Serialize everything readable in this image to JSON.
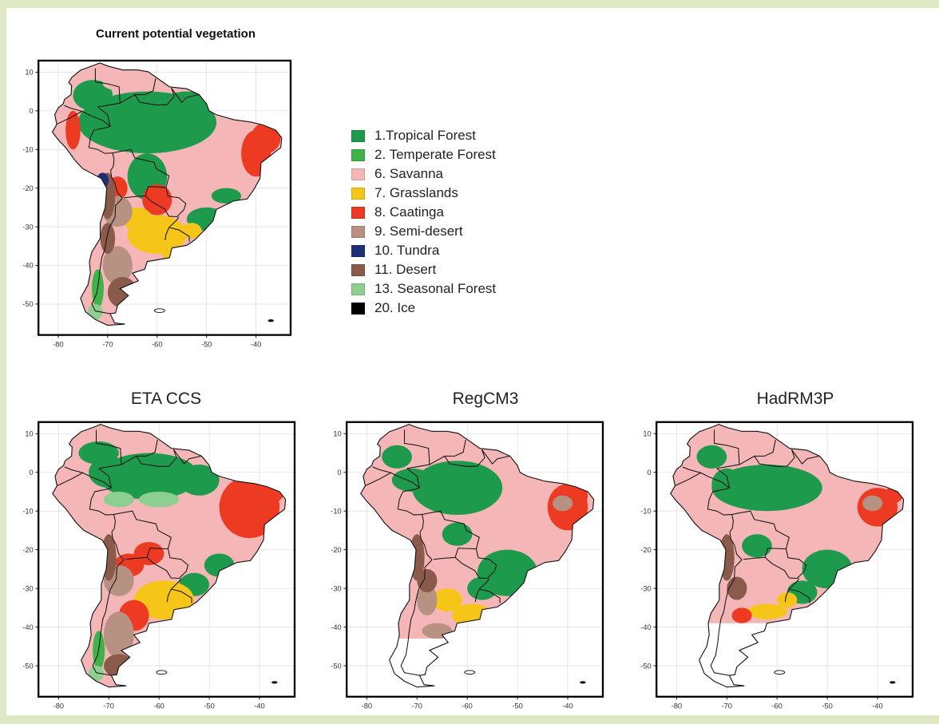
{
  "figure": {
    "main_title": "Current potential vegetation",
    "panels": [
      {
        "id": "current",
        "title": "Current potential vegetation",
        "variant": "current"
      },
      {
        "id": "eta",
        "title": "ETA CCS",
        "variant": "eta"
      },
      {
        "id": "regcm",
        "title": "RegCM3",
        "variant": "regcm"
      },
      {
        "id": "hadrm",
        "title": "HadRM3P",
        "variant": "hadrm"
      }
    ],
    "axes": {
      "x_ticks": [
        "-80",
        "-70",
        "-60",
        "-50",
        "-40"
      ],
      "y_ticks": [
        "10",
        "0",
        "-10",
        "-20",
        "-30",
        "-40",
        "-50"
      ],
      "lon_range": [
        -84,
        -33
      ],
      "lat_range": [
        13,
        -58
      ]
    }
  },
  "legend": {
    "items": [
      {
        "label": "1.Tropical Forest",
        "color": "#1e9a4c"
      },
      {
        "label": "2. Temperate Forest",
        "color": "#3fb34a"
      },
      {
        "label": "6. Savanna",
        "color": "#f4b6b6"
      },
      {
        "label": "7. Grasslands",
        "color": "#f5c518"
      },
      {
        "label": "8. Caatinga",
        "color": "#ec3b22"
      },
      {
        "label": "9. Semi-desert",
        "color": "#b79283"
      },
      {
        "label": "10. Tundra",
        "color": "#1e2f7a"
      },
      {
        "label": "11. Desert",
        "color": "#8a5a4a"
      },
      {
        "label": "13. Seasonal Forest",
        "color": "#8ccf8e"
      },
      {
        "label": "20. Ice",
        "color": "#000000"
      }
    ]
  }
}
